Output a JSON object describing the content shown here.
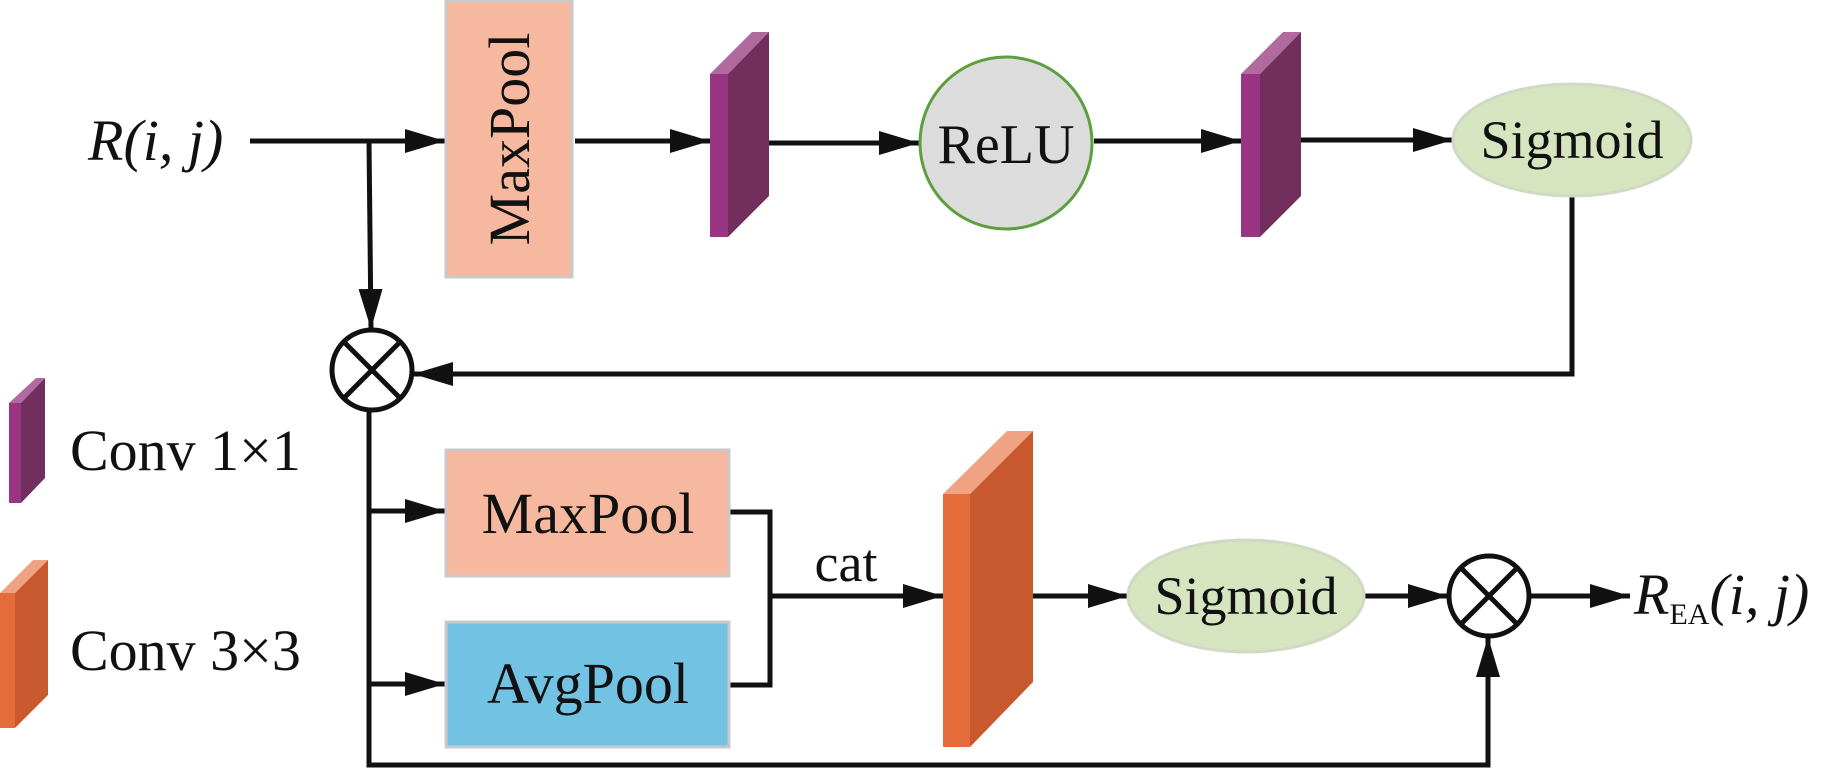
{
  "diagram": {
    "input_label": {
      "main": "R",
      "args": "(i, j)"
    },
    "output_label": {
      "main": "R",
      "sub": "EA",
      "args": "(i, j)"
    },
    "channel_branch": {
      "maxpool_label": "MaxPool",
      "relu_label": "ReLU",
      "sigmoid_label": "Sigmoid"
    },
    "spatial_branch": {
      "maxpool_label": "MaxPool",
      "avgpool_label": "AvgPool",
      "cat_label": "cat",
      "sigmoid_label": "Sigmoid"
    },
    "legend": [
      {
        "label": "Conv 1×1",
        "kind": "conv1x1"
      },
      {
        "label": "Conv 3×3",
        "kind": "conv3x3"
      }
    ],
    "multiply_symbol": "element-wise-multiply",
    "colors": {
      "pool_fill": "#f6b9a0",
      "avgpool_fill": "#72c2e4",
      "box_border": "#c9c9c9",
      "relu_fill": "#dcdcdc",
      "relu_border": "#5d9e3e",
      "sigmoid_fill": "#d6e5c0",
      "sigmoid_border": "#cfd9c4",
      "conv1_front": "#9a3584",
      "conv1_side": "#722f5e",
      "conv1_top": "#b06aa0",
      "conv3_front": "#e36c3a",
      "conv3_side": "#c8582e",
      "conv3_top": "#f0a383",
      "line": "#111111"
    }
  }
}
